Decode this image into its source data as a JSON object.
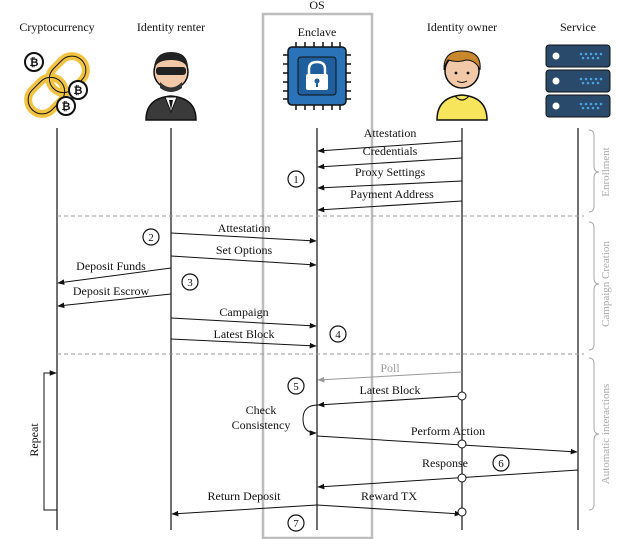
{
  "title": "OS",
  "actors": {
    "crypto": "Cryptocurrency",
    "renter": "Identity renter",
    "enclave": "Enclave",
    "owner": "Identity owner",
    "service": "Service"
  },
  "phases": {
    "enrollment": "Enrollment",
    "campaign": "Campaign Creation",
    "auto": "Automatic interactions"
  },
  "messages": {
    "m1": "Attestation",
    "m2": "Credentials",
    "m3": "Proxy Settings",
    "m4": "Payment Address",
    "m5": "Attestation",
    "m6": "Set Options",
    "m7": "Deposit Funds",
    "m8": "Deposit Escrow",
    "m9": "Campaign",
    "m10": "Latest Block",
    "m11": "Poll",
    "m12": "Latest Block",
    "m13a": "Check",
    "m13b": "Consistency",
    "m14": "Perform Action",
    "m15": "Response",
    "m16": "Return Deposit",
    "m17": "Reward TX"
  },
  "steps": [
    "1",
    "2",
    "3",
    "4",
    "5",
    "6",
    "7"
  ],
  "repeat": "Repeat",
  "icons": {
    "crypto": "bitcoin-chain-icon",
    "renter": "masked-person-icon",
    "enclave": "chip-lock-icon",
    "owner": "person-icon",
    "service": "server-icon"
  },
  "colors": {
    "os_box": "#bdbdbd",
    "phase_text": "#aaaaaa",
    "chain": "#f2c341",
    "server": "#2a4a6b",
    "server_dots": "#4aa3df",
    "chip": "#2a73b8",
    "owner_shirt": "#f7e65b",
    "renter_suit": "#3a3a3a"
  }
}
